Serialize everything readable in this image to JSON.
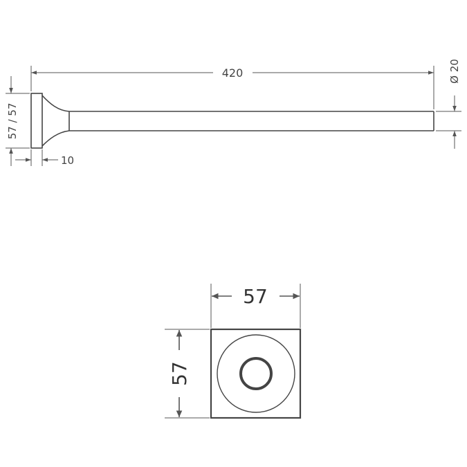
{
  "drawing": {
    "side_view": {
      "length_label": "420",
      "diameter_label": "Ø 20",
      "flange_label": "57 / 57",
      "offset_label": "10"
    },
    "front_view": {
      "width_label": "57",
      "height_label": "57"
    },
    "colors": {
      "line": "#444444",
      "dim": "#555555"
    }
  }
}
